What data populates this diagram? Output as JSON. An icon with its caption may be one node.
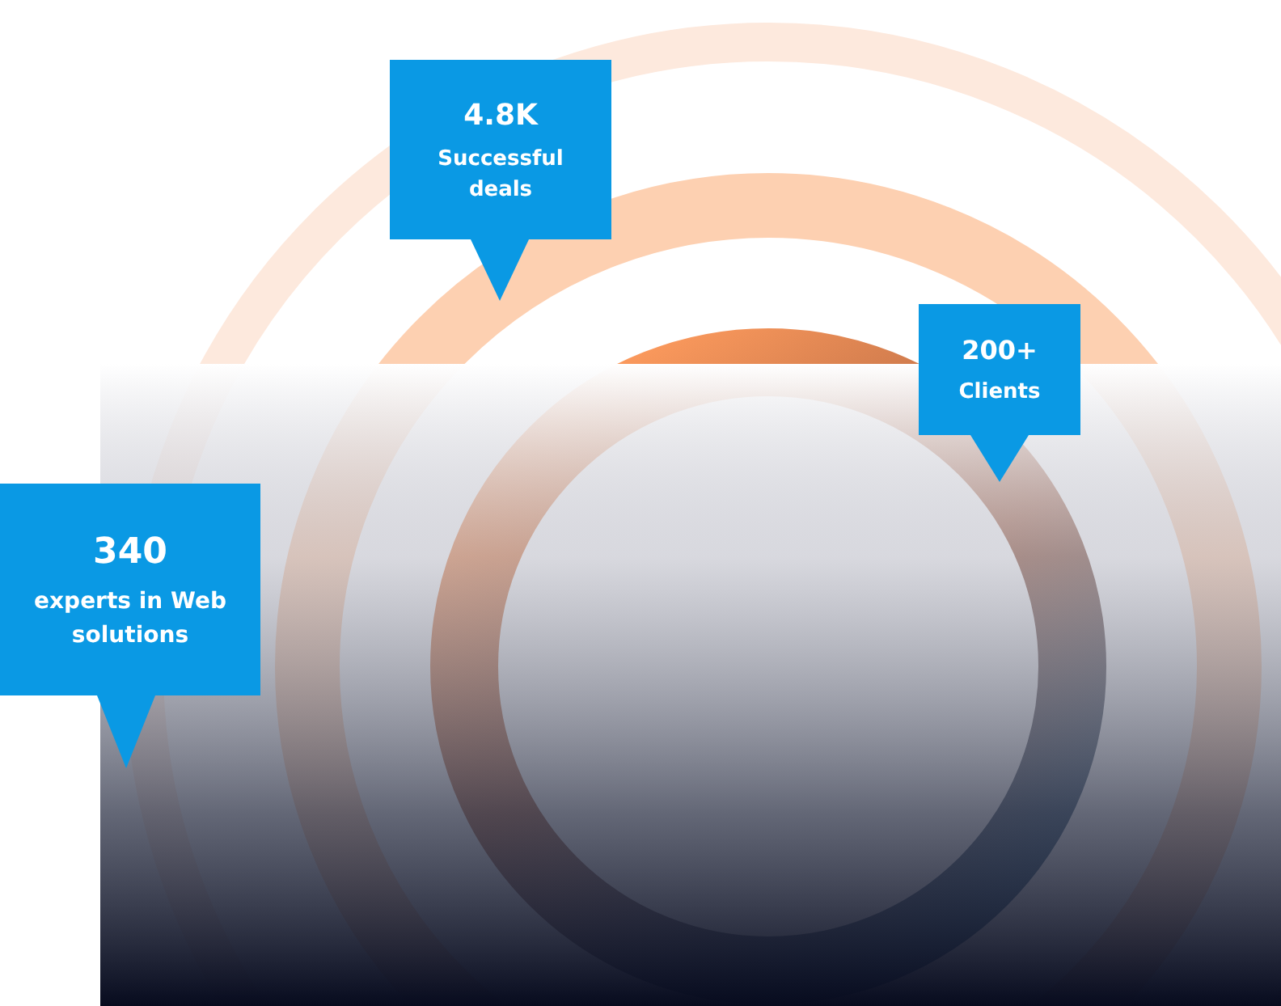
{
  "diagram": {
    "nodes": [
      {
        "text": [
          "4.8K",
          "Successful deals"
        ]
      },
      {
        "text": [
          "200+",
          "Clients"
        ]
      },
      {
        "text": [
          "340",
          "experts in Web solutions"
        ]
      }
    ]
  }
}
